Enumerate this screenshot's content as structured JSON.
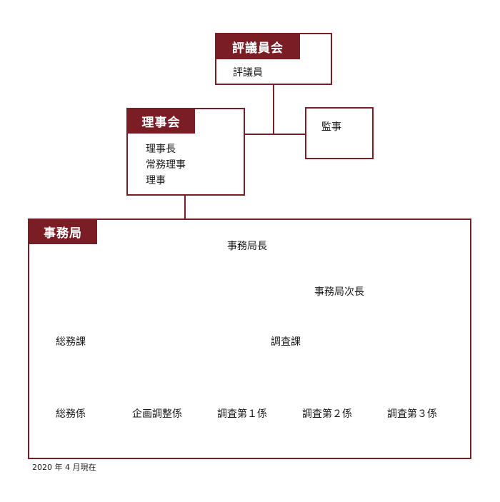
{
  "board": {
    "title": "評議員会",
    "member": "評議員"
  },
  "directors": {
    "title": "理事会",
    "members": [
      "理事長",
      "常務理事",
      "理事"
    ]
  },
  "auditor": {
    "title": "監事"
  },
  "secretariat": {
    "title": "事務局",
    "head": "事務局長",
    "deputy": "事務局次長",
    "general_affairs": {
      "name": "総務課",
      "sub": "総務係"
    },
    "research": {
      "name": "調査課",
      "subs": [
        "企画調整係",
        "調査第１係",
        "調査第２係",
        "調査第３係"
      ]
    }
  },
  "footnote": "2020 年 4 月現在",
  "colors": {
    "accent": "#7a1d24"
  }
}
